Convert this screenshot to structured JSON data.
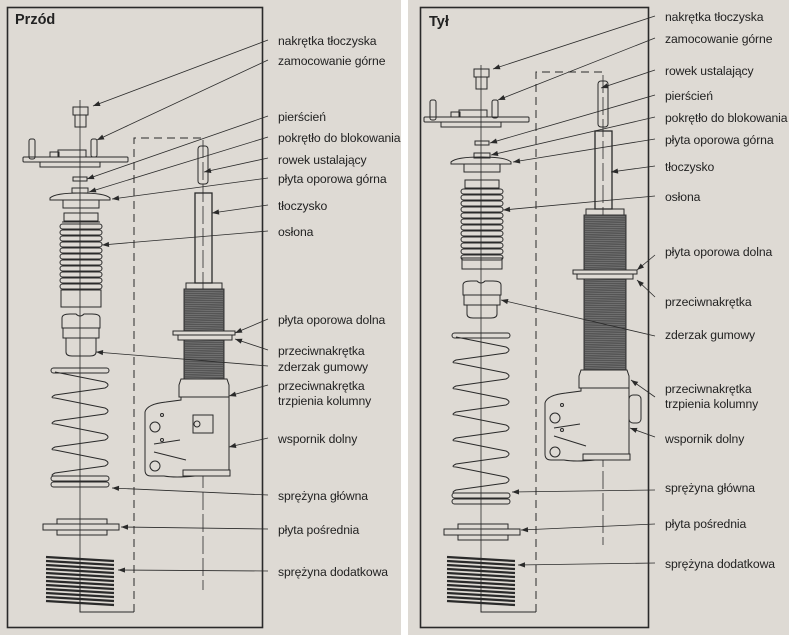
{
  "panels": {
    "front": {
      "title": "Przód",
      "labels": [
        "nakrętka tłoczyska",
        "zamocowanie górne",
        "pierścień",
        "pokrętło do blokowania",
        "rowek ustalający",
        "płyta oporowa górna",
        "tłoczysko",
        "osłona",
        "płyta oporowa dolna",
        "przeciwnakrętka",
        "zderzak gumowy",
        "przeciwnakrętka trzpienia kolumny",
        "wspornik dolny",
        "sprężyna główna",
        "płyta pośrednia",
        "sprężyna dodatkowa"
      ]
    },
    "rear": {
      "title": "Tył",
      "labels": [
        "nakrętka tłoczyska",
        "zamocowanie górne",
        "rowek ustalający",
        "pierścień",
        "pokrętło do blokowania",
        "płyta oporowa górna",
        "tłoczysko",
        "osłona",
        "płyta oporowa dolna",
        "przeciwnakrętka",
        "zderzak gumowy",
        "przeciwnakrętka trzpienia kolumny",
        "wspornik dolny",
        "sprężyna główna",
        "płyta pośrednia",
        "sprężyna dodatkowa"
      ]
    }
  },
  "colors": {
    "background": "#dedad4",
    "line": "#2a2a2a",
    "separator": "#ffffff"
  }
}
